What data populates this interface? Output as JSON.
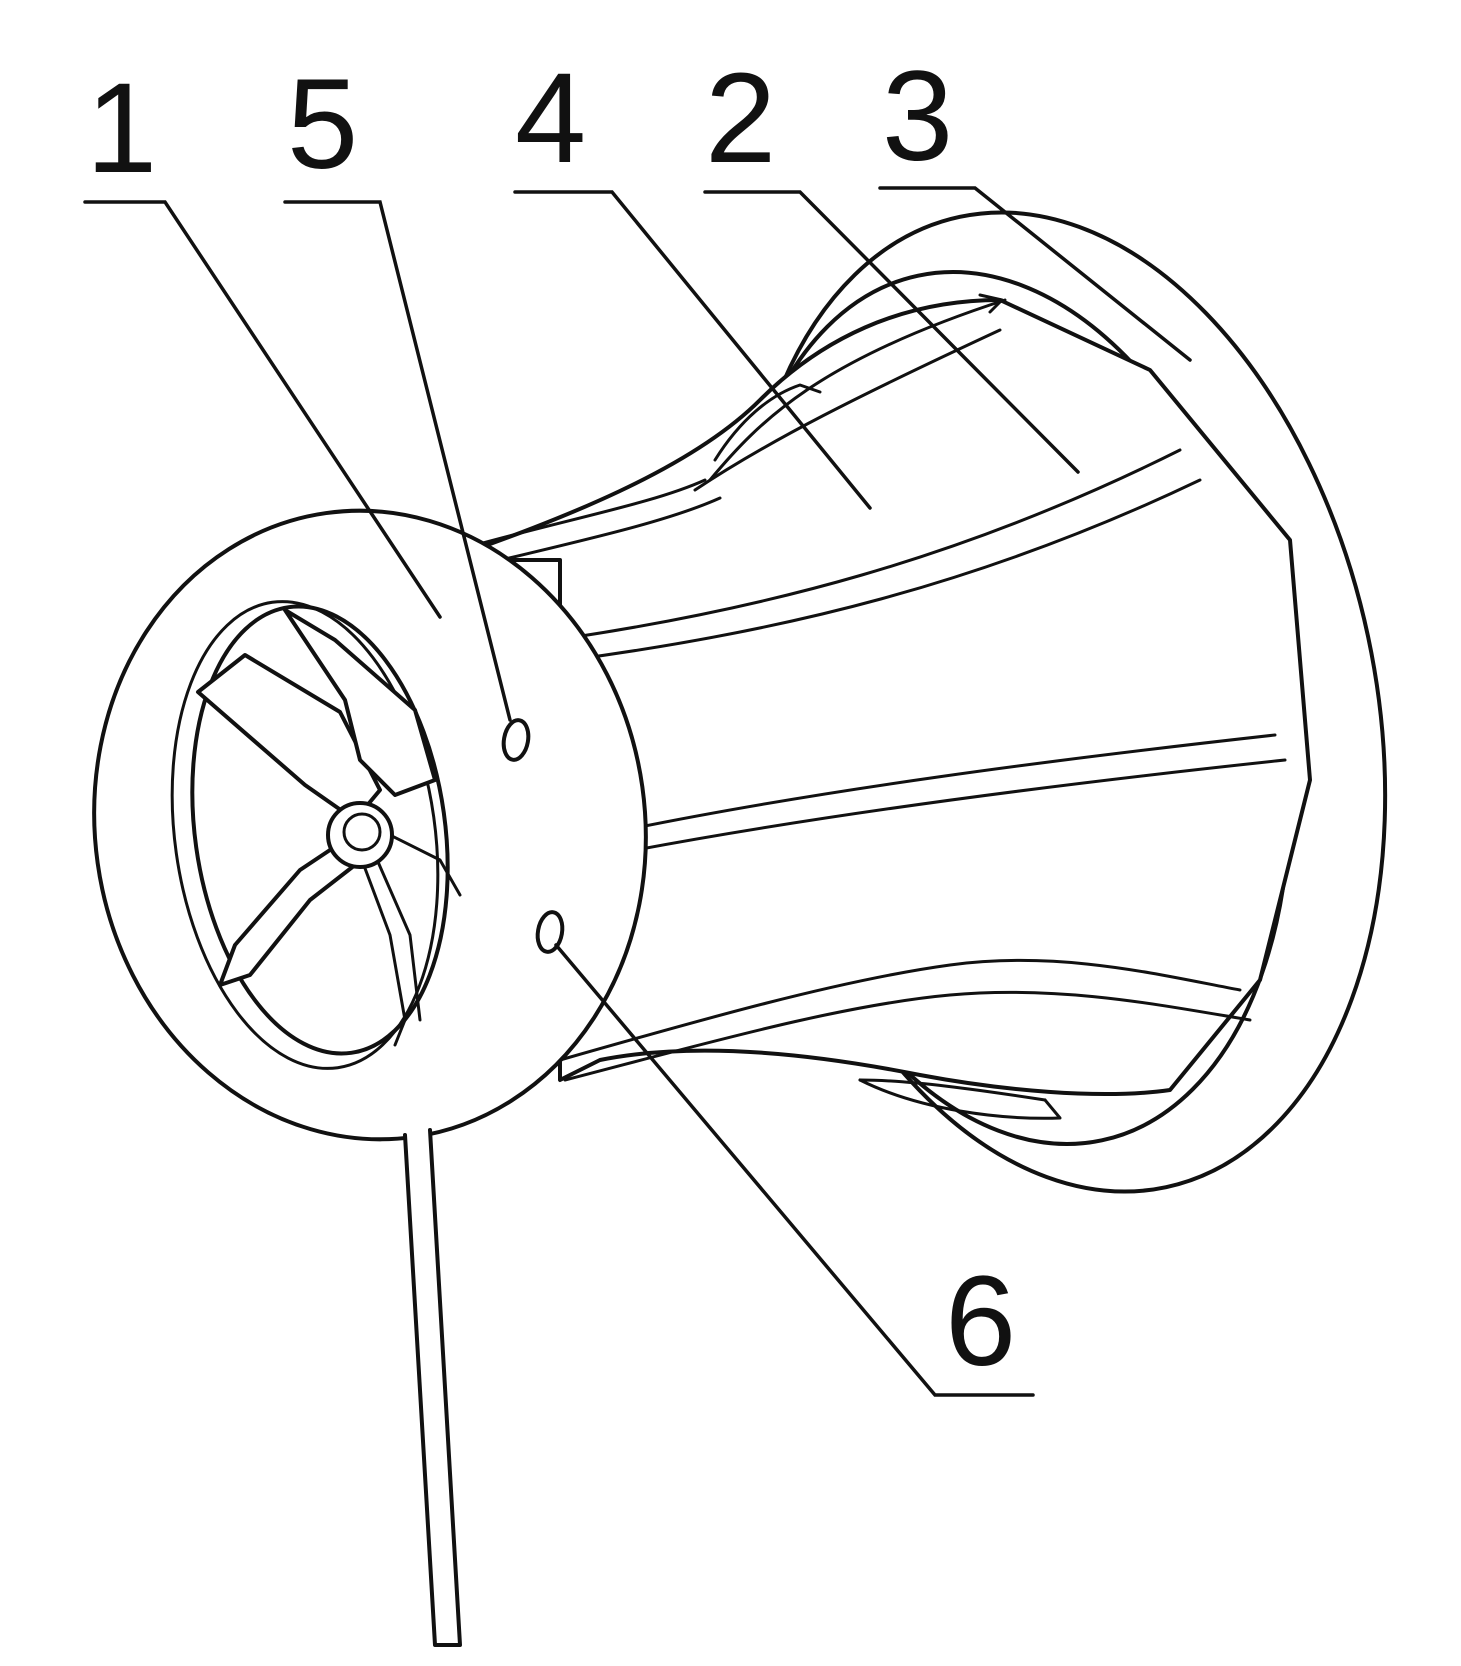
{
  "callouts": [
    {
      "id": "1",
      "label": "1"
    },
    {
      "id": "5",
      "label": "5"
    },
    {
      "id": "4",
      "label": "4"
    },
    {
      "id": "2",
      "label": "2"
    },
    {
      "id": "3",
      "label": "3"
    },
    {
      "id": "6",
      "label": "6"
    }
  ],
  "colors": {
    "line": "#111111",
    "background": "#ffffff"
  }
}
